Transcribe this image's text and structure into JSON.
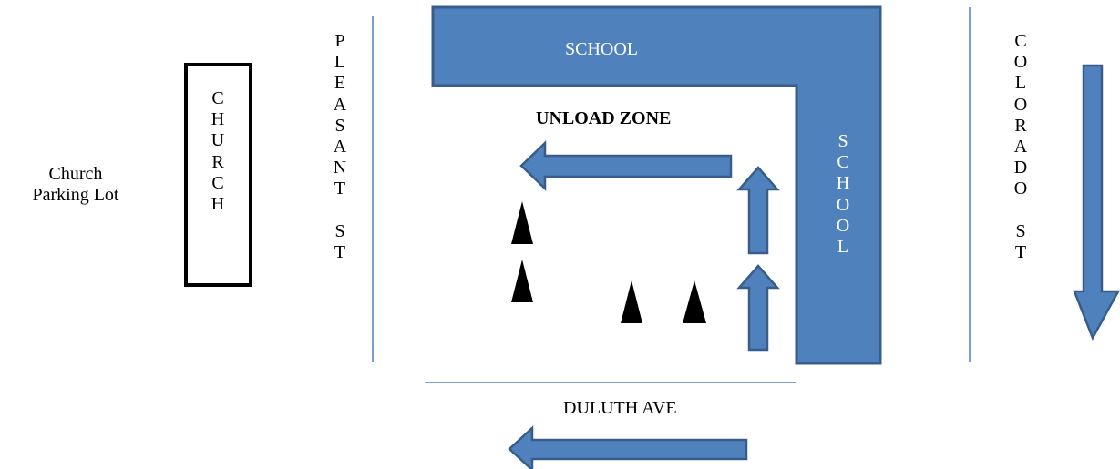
{
  "labels": {
    "church_parking": "Church\nParking Lot",
    "church": "CHURCH",
    "pleasant_st": "PLEASANT ST",
    "school_top": "SCHOOL",
    "school_side": "SCHOOL",
    "unload_zone": "UNLOAD ZONE",
    "colorado_st": "COLORADO ST",
    "duluth_ave": "DULUTH AVE"
  },
  "colors": {
    "school_fill": "#4f81bd",
    "school_stroke": "#385d8a",
    "street_line": "#4f81bd",
    "cone": "#000000",
    "building_outline": "#000000"
  },
  "icons": {
    "arrows": [
      "arrow-left-icon",
      "arrow-up-icon",
      "arrow-up-icon",
      "arrow-down-icon",
      "arrow-left-icon"
    ],
    "cones": [
      "traffic-cone-icon",
      "traffic-cone-icon",
      "traffic-cone-icon",
      "traffic-cone-icon"
    ]
  }
}
